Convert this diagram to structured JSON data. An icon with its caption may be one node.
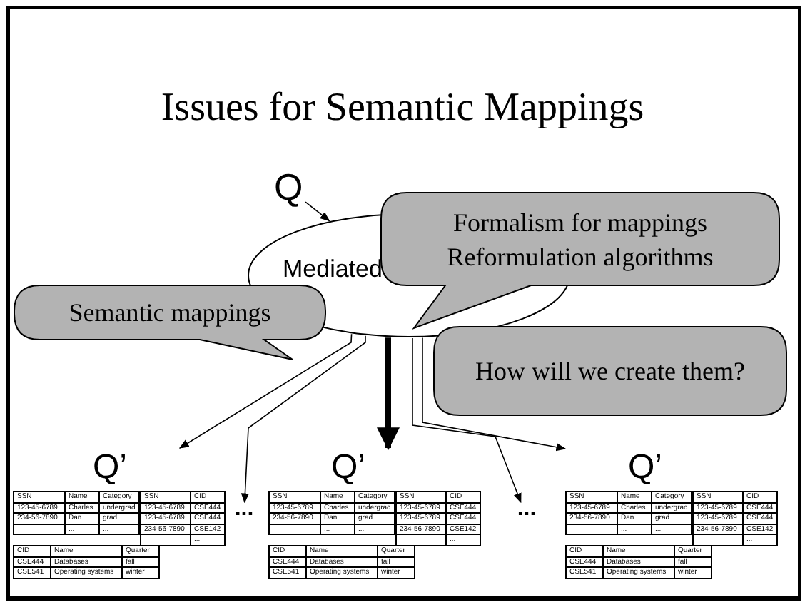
{
  "diagram": {
    "title": "Issues for Semantic Mappings",
    "nodes": [
      {
        "text": [
          "Q"
        ]
      },
      {
        "text": [
          "Mediated"
        ]
      },
      {
        "text": [
          "Formalism for mappings",
          "Reformulation algorithms"
        ]
      },
      {
        "text": [
          "Semantic mappings"
        ]
      },
      {
        "text": [
          "How will we create them?"
        ]
      },
      {
        "text": [
          "Q’"
        ]
      },
      {
        "text": [
          "..."
        ]
      },
      {
        "text": [
          "Q’"
        ]
      },
      {
        "text": [
          "..."
        ]
      },
      {
        "text": [
          "Q’"
        ]
      }
    ],
    "edges": [
      {
        "from": 0,
        "to": 1,
        "arrow": "to"
      },
      {
        "from": 1,
        "to": 5,
        "arrow": "to"
      },
      {
        "from": 1,
        "to": 6,
        "arrow": "to"
      },
      {
        "from": 1,
        "to": 7,
        "arrow": "to",
        "style": "thick"
      },
      {
        "from": 1,
        "to": 8,
        "arrow": "to"
      },
      {
        "from": 1,
        "to": 9,
        "arrow": "to"
      }
    ],
    "labels": [
      "SSN",
      "Name",
      "Category",
      "123-45-6789",
      "Charles",
      "undergrad",
      "234-56-7890",
      "Dan",
      "grad",
      "...",
      "...",
      "SSN",
      "CID",
      "123-45-6789",
      "CSE444",
      "123-45-6789",
      "CSE444",
      "234-56-7890",
      "CSE142",
      "...",
      "CID",
      "Name",
      "Quarter",
      "CSE444",
      "Databases",
      "fall",
      "CSE541",
      "Operating systems",
      "winter",
      "SSN",
      "Name",
      "Category",
      "123-45-6789",
      "Charles",
      "undergrad",
      "234-56-7890",
      "Dan",
      "grad",
      "...",
      "...",
      "SSN",
      "CID",
      "123-45-6789",
      "CSE444",
      "123-45-6789",
      "CSE444",
      "234-56-7890",
      "CSE142",
      "...",
      "CID",
      "Name",
      "Quarter",
      "CSE444",
      "Databases",
      "fall",
      "CSE541",
      "Operating systems",
      "winter",
      "SSN",
      "Name",
      "Category",
      "123-45-6789",
      "Charles",
      "undergrad",
      "234-56-7890",
      "Dan",
      "grad",
      "...",
      "...",
      "SSN",
      "CID",
      "123-45-6789",
      "CSE444",
      "123-45-6789",
      "CSE444",
      "234-56-7890",
      "CSE142",
      "...",
      "CID",
      "Name",
      "Quarter",
      "CSE444",
      "Databases",
      "fall",
      "CSE541",
      "Operating systems",
      "winter"
    ]
  }
}
